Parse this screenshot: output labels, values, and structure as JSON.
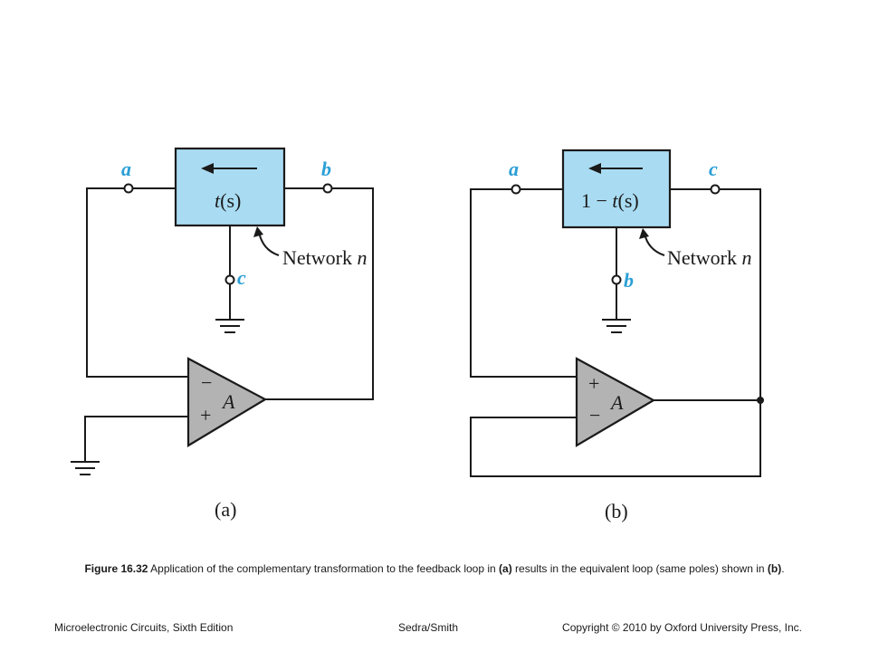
{
  "diagram_a": {
    "node_left": "a",
    "node_right": "b",
    "node_bottom": "c",
    "block_text_main": "t",
    "block_text_arg": "(s)",
    "network_name": "Network ",
    "network_var": "n",
    "opamp_gain": "A",
    "opamp_top_sign": "−",
    "opamp_bottom_sign": "+",
    "panel_label": "(a)"
  },
  "diagram_b": {
    "node_left": "a",
    "node_right": "c",
    "node_bottom": "b",
    "block_text_prefix": "1 − ",
    "block_text_main": "t",
    "block_text_arg": "(s)",
    "network_name": "Network ",
    "network_var": "n",
    "opamp_gain": "A",
    "opamp_top_sign": "+",
    "opamp_bottom_sign": "−",
    "panel_label": "(b)"
  },
  "caption": {
    "figure_number": "Figure 16.32",
    "text_1": " Application of the complementary transformation to the feedback loop in ",
    "ref_a": "(a)",
    "text_2": " results in the equivalent loop (same poles) shown in ",
    "ref_b": "(b)",
    "text_3": "."
  },
  "footer": {
    "left": "Microelectronic Circuits, Sixth Edition",
    "center": "Sedra/Smith",
    "right": "Copyright © 2010 by Oxford University Press, Inc."
  }
}
